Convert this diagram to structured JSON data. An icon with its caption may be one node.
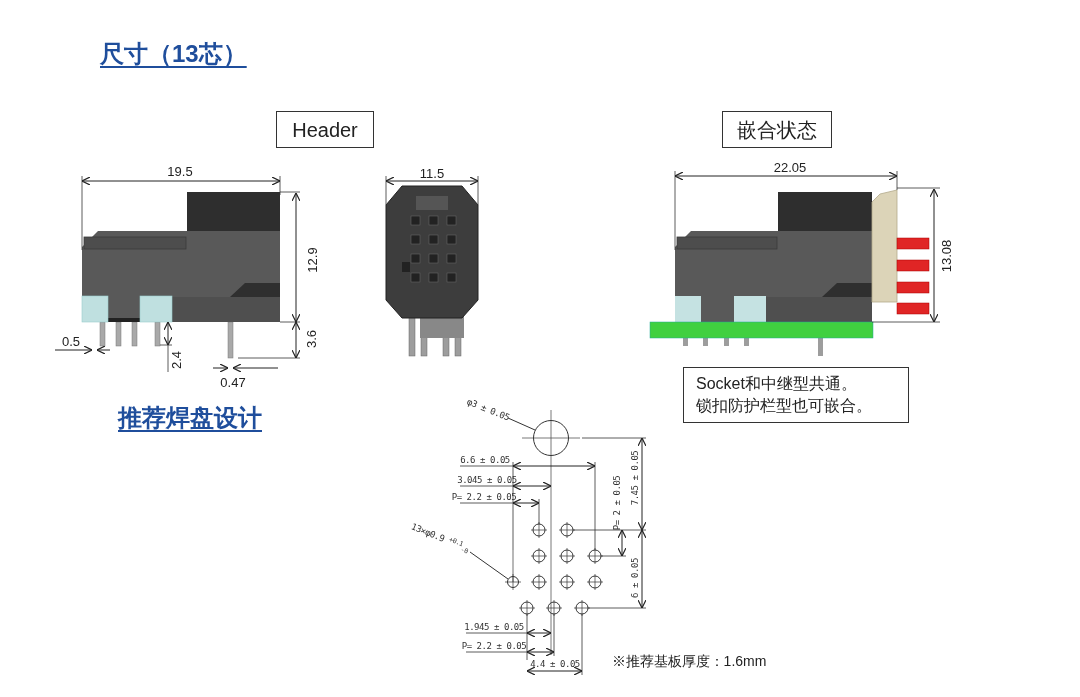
{
  "diagram": {
    "title": "尺寸（13芯）",
    "nodes": [
      {
        "text": [
          "Header"
        ]
      },
      {
        "text": [
          "嵌合状态"
        ]
      },
      {
        "text": [
          "Socket和中继型共通。锁扣防护栏型也可嵌合。"
        ]
      },
      {
        "text": [
          "φ3 ± 0.05"
        ]
      },
      {
        "text": [],
        "shape": "circle"
      },
      {
        "text": [
          "13×φ0.9 $^{+0.1}$$_{-0}$"
        ]
      },
      {
        "text": [],
        "shape": "circle"
      }
    ],
    "edges": [
      {
        "from": 3,
        "to": 4,
        "arrow": "none"
      },
      {
        "from": 5,
        "to": 6,
        "arrow": "none"
      }
    ],
    "labels": [
      "19.5",
      "12.9",
      "3.6",
      "0.5",
      "2.4",
      "0.47",
      "11.5",
      "22.05",
      "13.08",
      "推荐焊盘设计",
      "6.6 ± 0.05",
      "3.045 ± 0.05",
      "P= 2.2 ± 0.05",
      "P= 2 ± 0.05",
      "7.45 ± 0.05",
      "6 ± 0.05",
      "1.945 ± 0.05",
      "P= 2.2 ± 0.05",
      "4.4 ± 0.05",
      "※推荐基板厚度：1.6mm"
    ]
  }
}
